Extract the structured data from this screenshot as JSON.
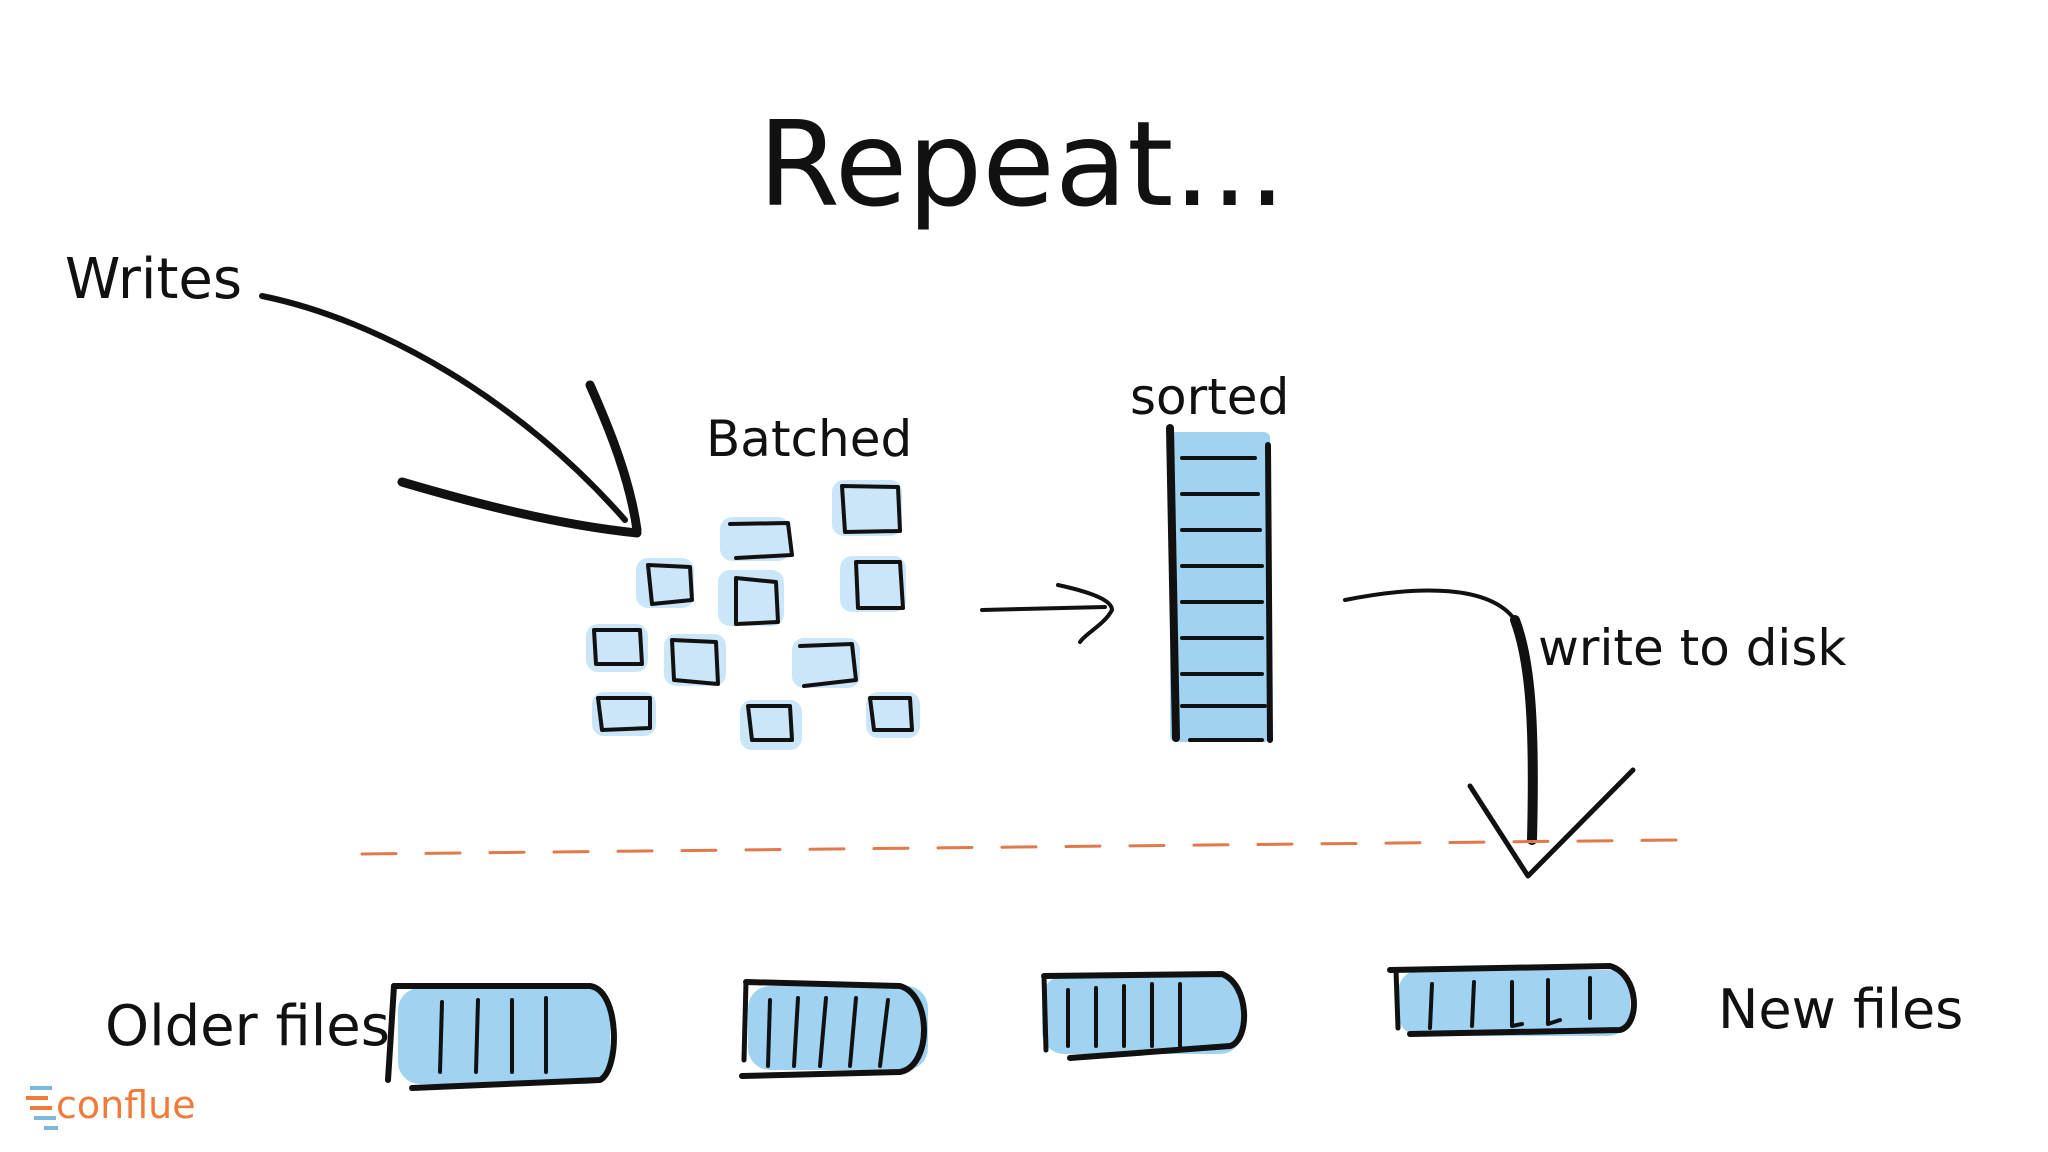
{
  "title": "Repeat...",
  "labels": {
    "writes": "Writes",
    "batched": "Batched",
    "sorted": "sorted",
    "write_to_disk": "write to disk",
    "older_files": "Older files",
    "new_files": "New files"
  },
  "logo": {
    "text": "conflue",
    "color": "#f07a3a"
  },
  "colors": {
    "ink": "#111111",
    "wash": "#8fcbef",
    "divider": "#e07a4a"
  }
}
